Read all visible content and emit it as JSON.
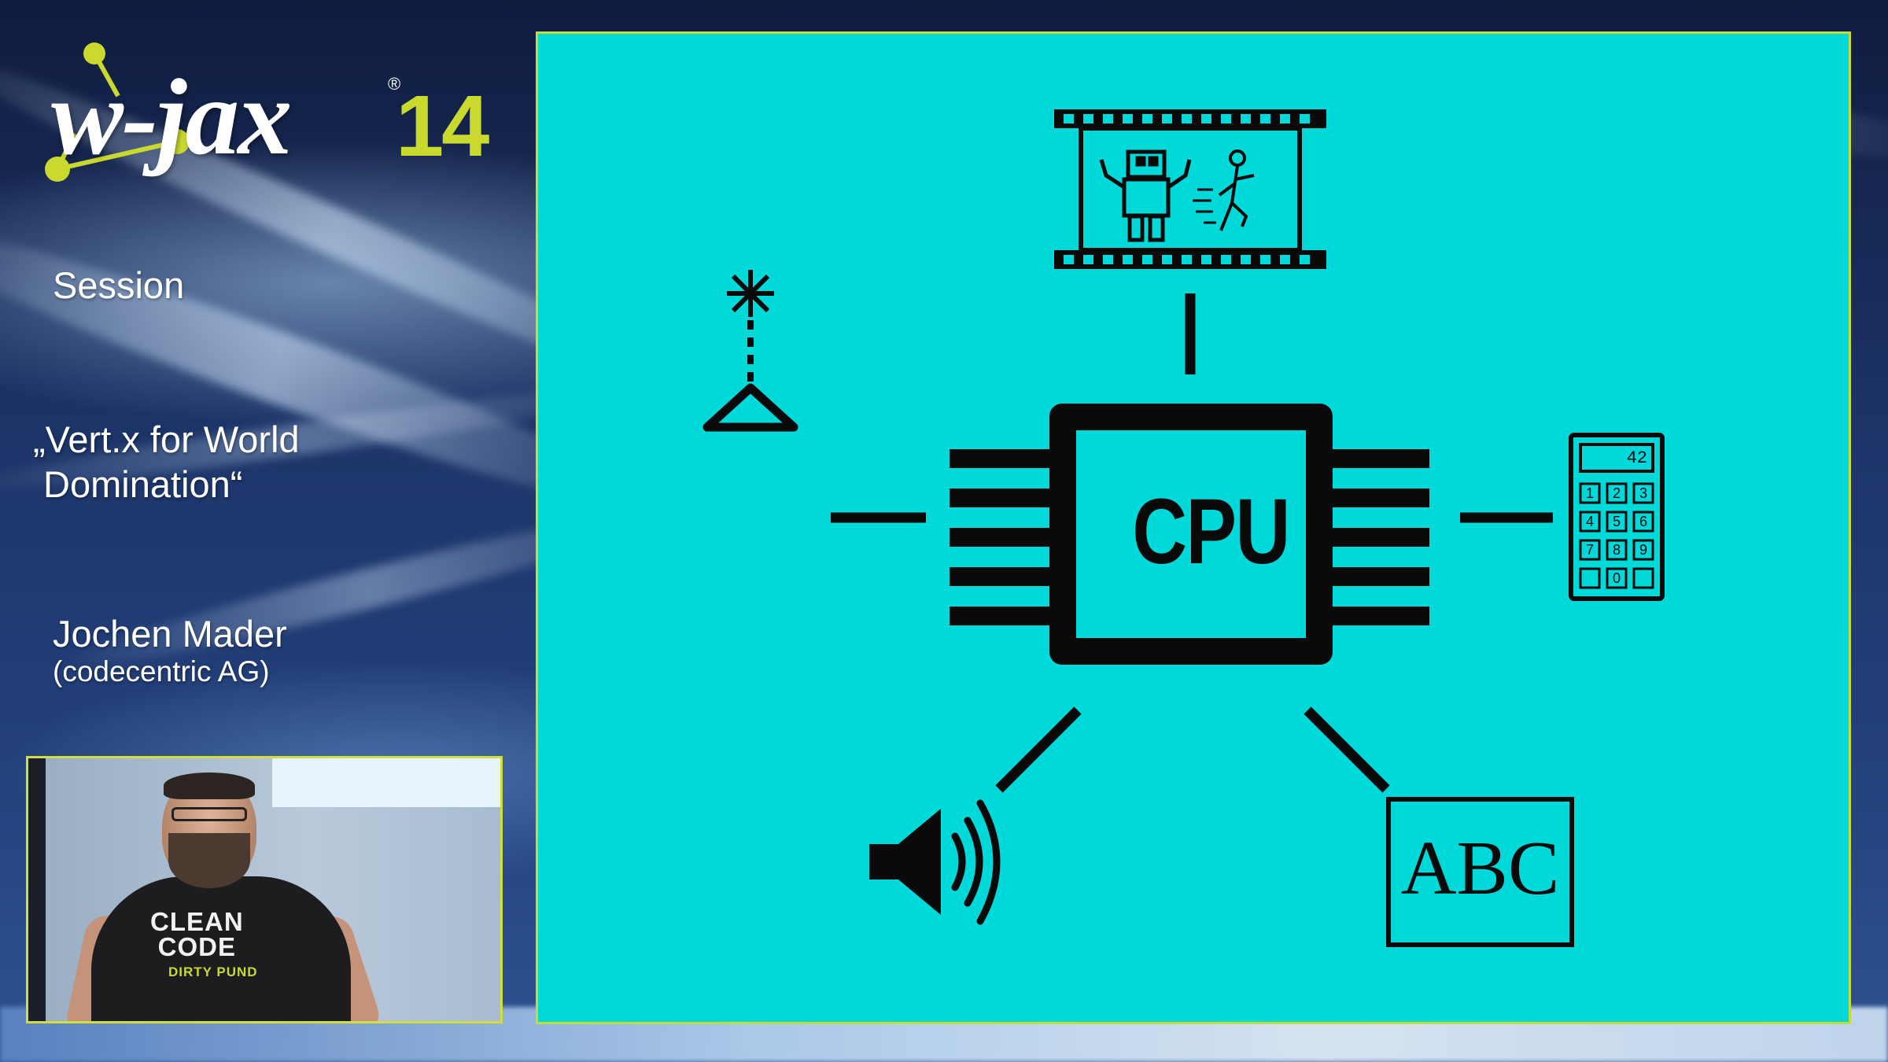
{
  "event": {
    "logo_text": "w-jax",
    "logo_number": "14",
    "logo_mark": "®",
    "colors": {
      "accent": "#c9d92e",
      "slide_bg": "#00d9da"
    }
  },
  "sidebar": {
    "session_label": "Session",
    "talk_title": "„Vert.x for World\n Domination“",
    "speaker_name": "Jochen Mader",
    "speaker_company": "(codecentric AG)"
  },
  "video": {
    "shirt_text": "CLEAN\nCODE",
    "shirt_subtext": "DIRTY PUND"
  },
  "slide": {
    "center_label": "CPU",
    "abc_label": "ABC",
    "calculator_display": "42",
    "calculator_keys": [
      "1",
      "2",
      "3",
      "4",
      "5",
      "6",
      "7",
      "8",
      "9",
      "0"
    ],
    "icons": [
      "film-strip-icon",
      "robot-icon",
      "running-figure-icon",
      "antenna-icon",
      "calculator-icon",
      "speaker-icon",
      "abc-box-icon",
      "cpu-chip-icon"
    ]
  }
}
